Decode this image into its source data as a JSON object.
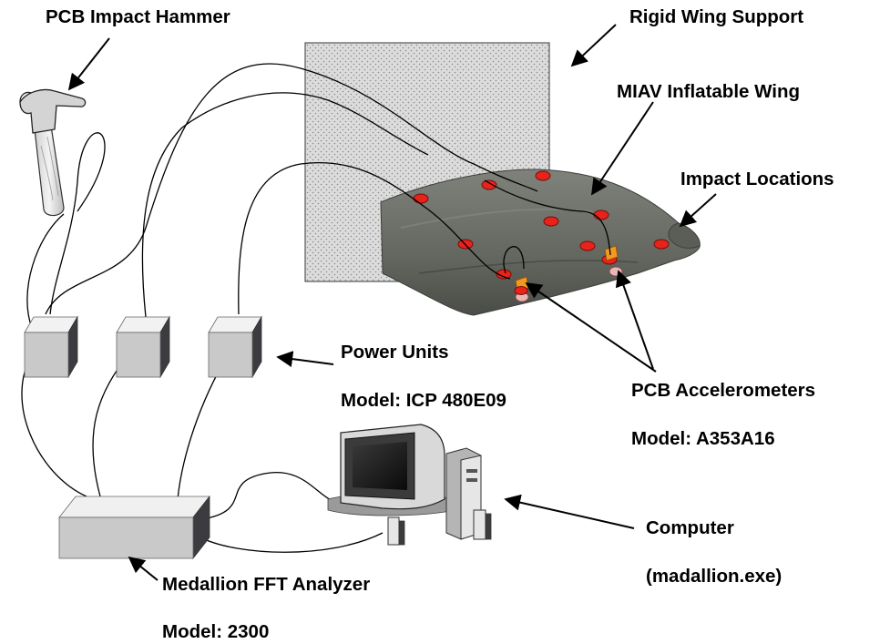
{
  "labels": {
    "hammer": "PCB Impact Hammer",
    "support": "Rigid Wing Support",
    "wing": "MIAV Inflatable Wing",
    "impact": "Impact Locations",
    "power_title": "Power Units",
    "power_model": "Model: ICP 480E09",
    "accel_title": "PCB Accelerometers",
    "accel_model": "Model: A353A16",
    "computer_title": "Computer",
    "computer_sub": "(madallion.exe)",
    "analyzer_title": "Medallion FFT Analyzer",
    "analyzer_model": "Model: 2300"
  },
  "colors": {
    "impact_dot": "#e8231c",
    "wing": "#6d7169",
    "support_fill": "#dcdcdc",
    "box_front": "#c9c9c9",
    "box_dark": "#4a4a4f",
    "cable": "#000000"
  },
  "icons": {
    "hammer": "impact-hammer-icon",
    "computer": "desktop-computer-icon",
    "accelerometer": "accelerometer-sensor-icon"
  }
}
